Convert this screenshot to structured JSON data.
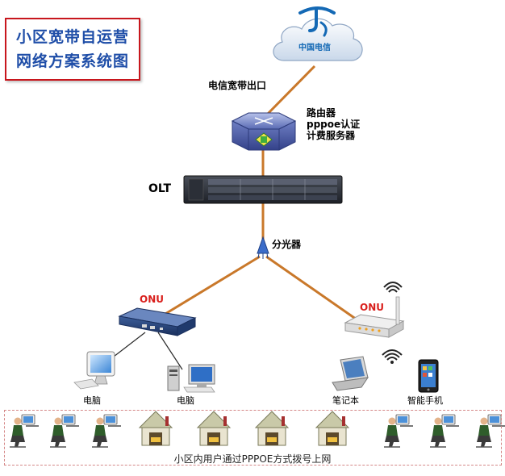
{
  "title": {
    "line1": "小区宽带自运营",
    "line2": "网络方案系统图"
  },
  "cloud": {
    "logo_text": "中国电信"
  },
  "labels": {
    "egress": "电信宽带出口",
    "router_line1": "路由器",
    "router_line2": "pppoe认证",
    "router_line3": "计费服务器",
    "olt": "OLT",
    "splitter": "分光器",
    "onu_left": "ONU",
    "onu_right": "ONU",
    "pc1": "电脑",
    "pc2": "电脑",
    "laptop": "笔记本",
    "phone": "智能手机",
    "bottom": "小区内用户通过PPPOE方式拨号上网"
  },
  "colors": {
    "fiber": "#c9782a",
    "cable": "#2a2a2a",
    "title_text": "#1f4ea8",
    "title_border": "#c8161d",
    "onu_text": "#d9201d",
    "telecom_blue": "#1469b5"
  },
  "bottom_row_icons": [
    "person-at-computer",
    "person-at-computer",
    "person-at-computer",
    "house",
    "house",
    "house",
    "house",
    "person-at-computer",
    "person-at-computer",
    "person-at-computer"
  ]
}
